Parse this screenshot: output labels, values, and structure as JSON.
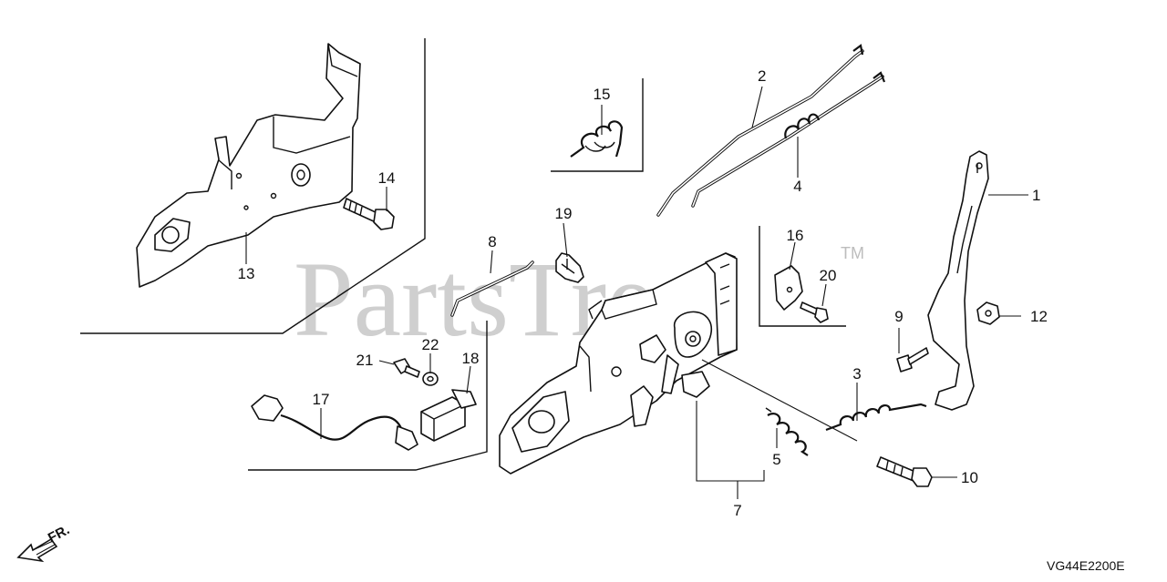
{
  "watermark": {
    "text": "PartsTree",
    "trademark": "TM"
  },
  "diagram_code": "VG44E2200E",
  "direction_marker": {
    "label": "FR.",
    "icon": "front-direction-arrow-icon"
  },
  "callouts": [
    {
      "id": "c1",
      "label": "1"
    },
    {
      "id": "c2",
      "label": "2"
    },
    {
      "id": "c3",
      "label": "3"
    },
    {
      "id": "c4",
      "label": "4"
    },
    {
      "id": "c5",
      "label": "5"
    },
    {
      "id": "c7",
      "label": "7"
    },
    {
      "id": "c8",
      "label": "8"
    },
    {
      "id": "c9",
      "label": "9"
    },
    {
      "id": "c10",
      "label": "10"
    },
    {
      "id": "c12",
      "label": "12"
    },
    {
      "id": "c13",
      "label": "13"
    },
    {
      "id": "c14",
      "label": "14"
    },
    {
      "id": "c15",
      "label": "15"
    },
    {
      "id": "c16",
      "label": "16"
    },
    {
      "id": "c17",
      "label": "17"
    },
    {
      "id": "c18",
      "label": "18"
    },
    {
      "id": "c19",
      "label": "19"
    },
    {
      "id": "c20",
      "label": "20"
    },
    {
      "id": "c21",
      "label": "21"
    },
    {
      "id": "c22",
      "label": "22"
    }
  ]
}
